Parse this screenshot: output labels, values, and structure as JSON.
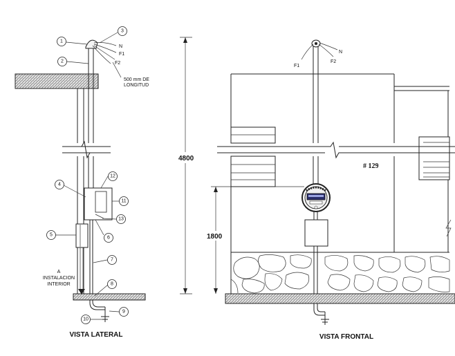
{
  "callouts": [
    "1",
    "2",
    "3",
    "4",
    "5",
    "6",
    "7",
    "8",
    "9",
    "10",
    "11",
    "12",
    "13"
  ],
  "labels": {
    "neutral": "N",
    "phase1": "F1",
    "phase2": "F2",
    "length_line1": "500 mm DE",
    "length_line2": "LONGITUD",
    "interior_line1": "A",
    "interior_line2": "INSTALACION",
    "interior_line3": "INTERIOR"
  },
  "dimensions": {
    "total_height": "4800",
    "meter_height": "1800"
  },
  "house_number": "# 129",
  "view_titles": {
    "side": "VISTA LATERAL",
    "front": "VISTA FRONTAL"
  }
}
